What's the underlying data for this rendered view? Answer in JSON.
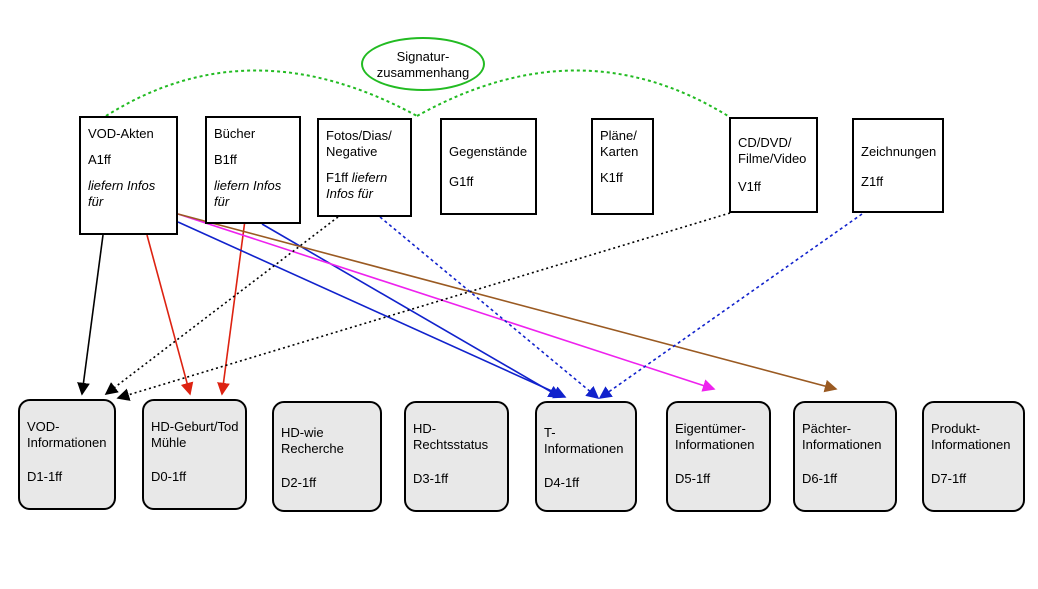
{
  "signature": {
    "text": "Signatur-\nzusammenhang"
  },
  "sources": [
    {
      "key": "vod",
      "title": "VOD-Akten",
      "code": "A1ff",
      "note": "liefern Infos\nfür"
    },
    {
      "key": "buecher",
      "title": "Bücher",
      "code": "B1ff",
      "note": "liefern Infos\nfür"
    },
    {
      "key": "fotos",
      "title": "Fotos/Dias/\nNegative",
      "code_line": "F1ff",
      "code_note": "liefern\nInfos für"
    },
    {
      "key": "gegenstaende",
      "title": "Gegenstände",
      "code": "G1ff"
    },
    {
      "key": "plaene",
      "title": "Pläne/\nKarten",
      "code": "K1ff"
    },
    {
      "key": "cd",
      "title": "CD/DVD/\nFilme/Video",
      "code": "V1ff"
    },
    {
      "key": "zeichnungen",
      "title": "Zeichnungen",
      "code": "Z1ff"
    }
  ],
  "targets": [
    {
      "key": "vod-info",
      "title": "VOD-\nInformationen",
      "code": "D1-1ff"
    },
    {
      "key": "hd-geburt",
      "title": "HD-Geburt/Tod\nMühle",
      "code": "D0-1ff"
    },
    {
      "key": "hd-wie",
      "title": "HD-wie\nRecherche",
      "code": "D2-1ff"
    },
    {
      "key": "hd-recht",
      "title": "HD-\nRechtsstatus",
      "code": "D3-1ff"
    },
    {
      "key": "t-info",
      "title": "T-\nInformationen",
      "code": "D4-1ff"
    },
    {
      "key": "eigentuemer",
      "title": "Eigentümer-\nInformationen",
      "code": "D5-1ff"
    },
    {
      "key": "paechter",
      "title": "Pächter-\nInformationen",
      "code": "D6-1ff"
    },
    {
      "key": "produkt",
      "title": "Produkt-\nInformationen",
      "code": "D7-1ff"
    }
  ],
  "colors": {
    "black": "#000000",
    "red": "#dd2211",
    "blue": "#1122cc",
    "magenta": "#ee22ee",
    "brown": "#9a5a22",
    "green": "#22bb22"
  }
}
